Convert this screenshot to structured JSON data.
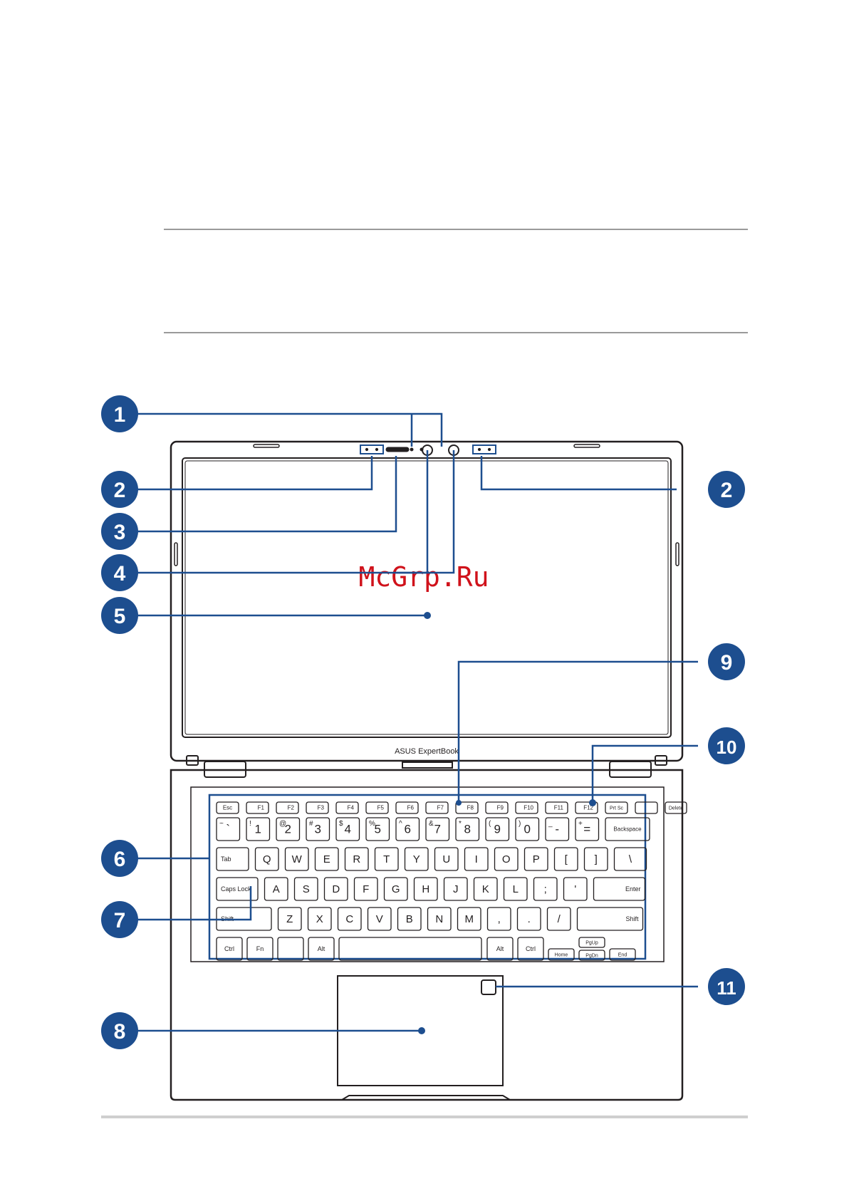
{
  "callouts": [
    "1",
    "2",
    "2",
    "3",
    "4",
    "5",
    "6",
    "7",
    "8",
    "9",
    "10",
    "11"
  ],
  "device": {
    "brand_label": "ASUS ExpertBook"
  },
  "watermark": "McGrp.Ru",
  "keyboard": {
    "row_fn": [
      "Esc",
      "F1",
      "F2",
      "F3",
      "F4",
      "F5",
      "F6",
      "F7",
      "F8",
      "F9",
      "F10",
      "F11",
      "F12",
      "Prt Sc",
      "",
      "Delete"
    ],
    "row_num_main": [
      "`",
      "1",
      "2",
      "3",
      "4",
      "5",
      "6",
      "7",
      "8",
      "9",
      "0",
      "-",
      "=",
      "Backspace"
    ],
    "row_num_shift": [
      "~",
      "!",
      "@",
      "#",
      "$",
      "%",
      "^",
      "&",
      "*",
      "(",
      ")",
      "_",
      "+",
      ""
    ],
    "row_q": [
      "Tab",
      "Q",
      "W",
      "E",
      "R",
      "T",
      "Y",
      "U",
      "I",
      "O",
      "P",
      "[",
      "]",
      "\\"
    ],
    "row_a": [
      "Caps Lock",
      "A",
      "S",
      "D",
      "F",
      "G",
      "H",
      "J",
      "K",
      "L",
      ";",
      "'",
      "Enter"
    ],
    "row_z": [
      "Shift",
      "Z",
      "X",
      "C",
      "V",
      "B",
      "N",
      "M",
      ",",
      ".",
      "/",
      "Shift"
    ],
    "row_bottom": [
      "Ctrl",
      "Fn",
      "",
      "Alt",
      "",
      "Alt",
      "Ctrl",
      "Home",
      "PgUp",
      "PgDn",
      "End"
    ]
  },
  "colors": {
    "callout": "#1d4e8f",
    "line": "#1d4e8f",
    "outline": "#231f20",
    "watermark": "#d0121b",
    "rule": "#9a9a9a"
  }
}
